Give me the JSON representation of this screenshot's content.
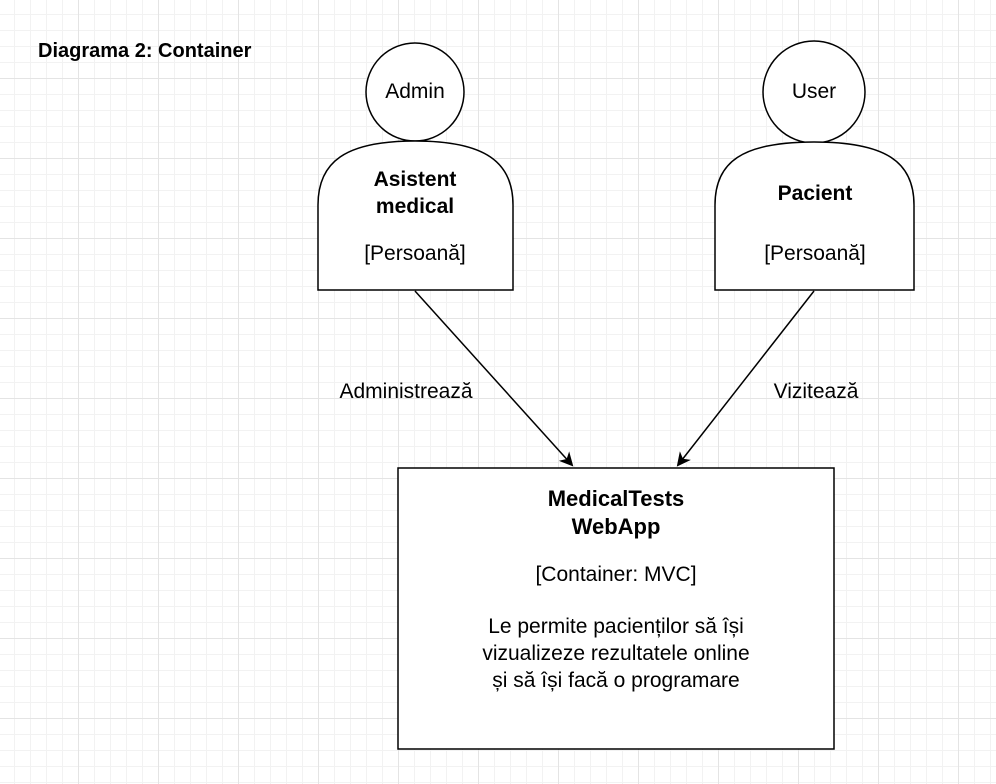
{
  "diagram": {
    "title": "Diagrama 2: Container",
    "persons": [
      {
        "id": "admin",
        "head_label": "Admin",
        "name_lines": [
          "Asistent",
          "medical"
        ],
        "type": "[Persoană]"
      },
      {
        "id": "user",
        "head_label": "User",
        "name_lines": [
          "Pacient"
        ],
        "type": "[Persoană]"
      }
    ],
    "container": {
      "name_lines": [
        "MedicalTests",
        "WebApp"
      ],
      "technology": "[Container: MVC]",
      "description_lines": [
        "Le permite pacienților să își",
        "vizualizeze rezultatele online",
        "și să își facă o programare"
      ]
    },
    "relations": [
      {
        "from": "admin",
        "to": "container",
        "label": "Administrează"
      },
      {
        "from": "user",
        "to": "container",
        "label": "Vizitează"
      }
    ]
  }
}
